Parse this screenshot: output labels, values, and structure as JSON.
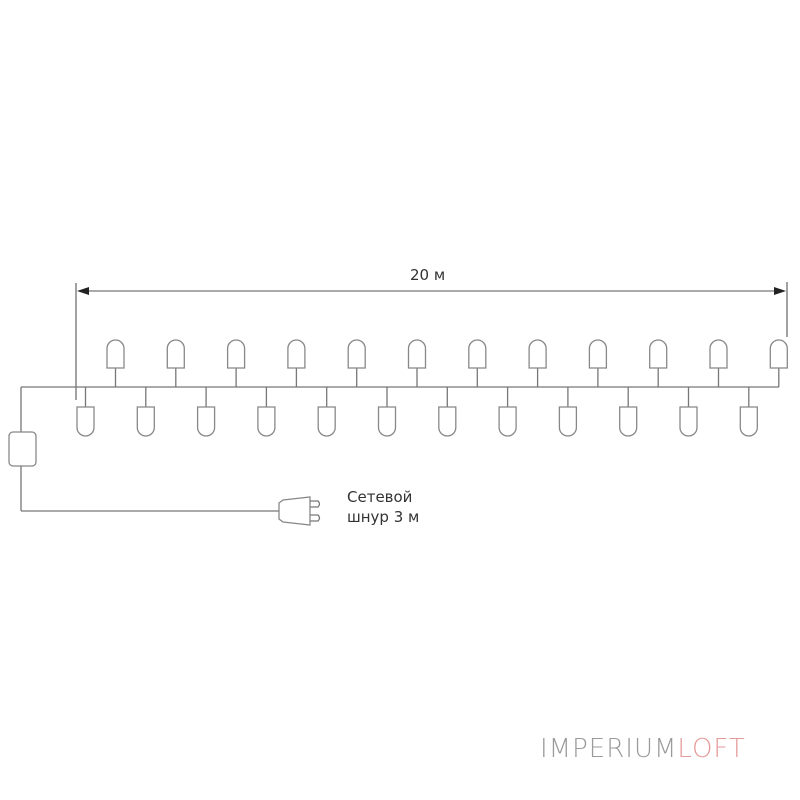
{
  "diagram": {
    "dimension_label": "20 м",
    "cord_label_line1": "Сетевой",
    "cord_label_line2": "шнур 3 м",
    "bulbs_top_count": 12,
    "bulbs_bottom_count": 12,
    "components": [
      "controller-box",
      "garland-wire",
      "bulbs",
      "power-plug",
      "dimension-arrow"
    ]
  },
  "logo": {
    "part1": "IMPERIUM",
    "part2": "LOFT",
    "color1": "#9a9a9a",
    "color2": "#e59a9a"
  },
  "colors": {
    "line": "#777777",
    "text": "#333333",
    "background": "#ffffff"
  }
}
